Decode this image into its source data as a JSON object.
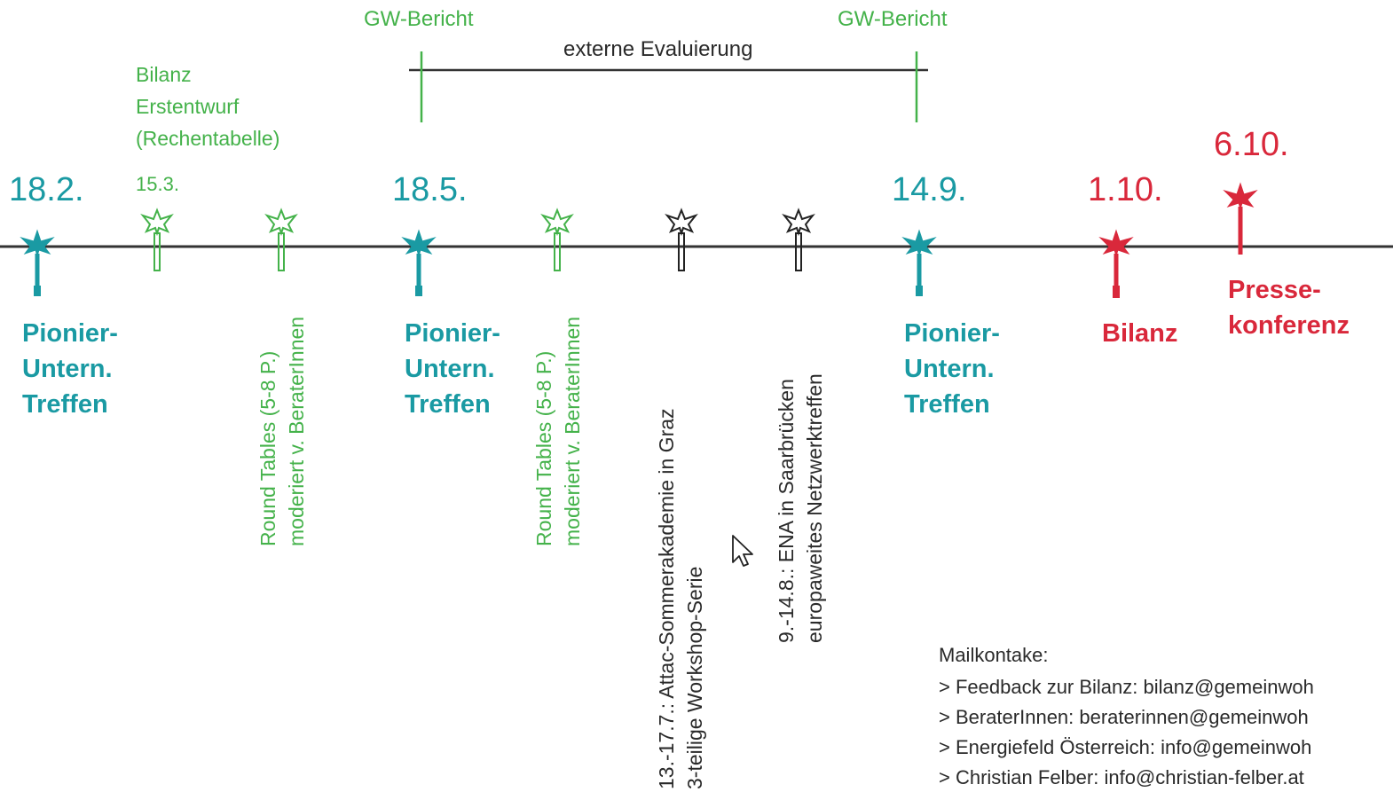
{
  "top_labels": {
    "gw_report_left": "GW-Bericht",
    "gw_report_right": "GW-Bericht",
    "external_evaluation": "externe Evaluierung",
    "balance_draft": "Bilanz\nErstentwurf\n(Rechentabelle)"
  },
  "dates": {
    "d_18_2": "18.2.",
    "d_15_3": "15.3.",
    "d_18_5": "18.5.",
    "d_14_9": "14.9.",
    "d_1_10": "1.10.",
    "d_6_10": "6.10."
  },
  "milestones": {
    "pioneer_meeting_1": "Pionier-\nUntern.\nTreffen",
    "pioneer_meeting_2": "Pionier-\nUntern.\nTreffen",
    "pioneer_meeting_3": "Pionier-\nUntern.\nTreffen",
    "balance": "Bilanz",
    "press_conference": "Presse-\nkonferenz"
  },
  "events": {
    "round_tables_1": "Round Tables (5-8 P.)\nmoderiert v. BeraterInnen",
    "round_tables_2": "Round Tables (5-8 P.)\nmoderiert v. BeraterInnen",
    "attac_academy": "13.-17.7.: Attac-Sommerakademie in Graz\n3-teilige Workshop-Serie",
    "ena_saarbruecken": "9.-14.8.: ENA in Saarbrücken\neuropaweites Netzwerktreffen"
  },
  "mail_contacts": {
    "title": "Mailkontake:",
    "lines": [
      "> Feedback zur Bilanz: bilanz@gemeinwoh",
      "> BeraterInnen: beraterinnen@gemeinwoh",
      "> Energiefeld Österreich: info@gemeinwoh",
      "> Christian Felber: info@christian-felber.at"
    ]
  },
  "colors": {
    "teal": "#1a9aa3",
    "green": "#44b24a",
    "red": "#d9283b",
    "dark": "#2a2a2a",
    "axis": "#333333"
  },
  "icons": {
    "marker": "pin-star-icon",
    "cursor": "mouse-cursor-icon"
  }
}
